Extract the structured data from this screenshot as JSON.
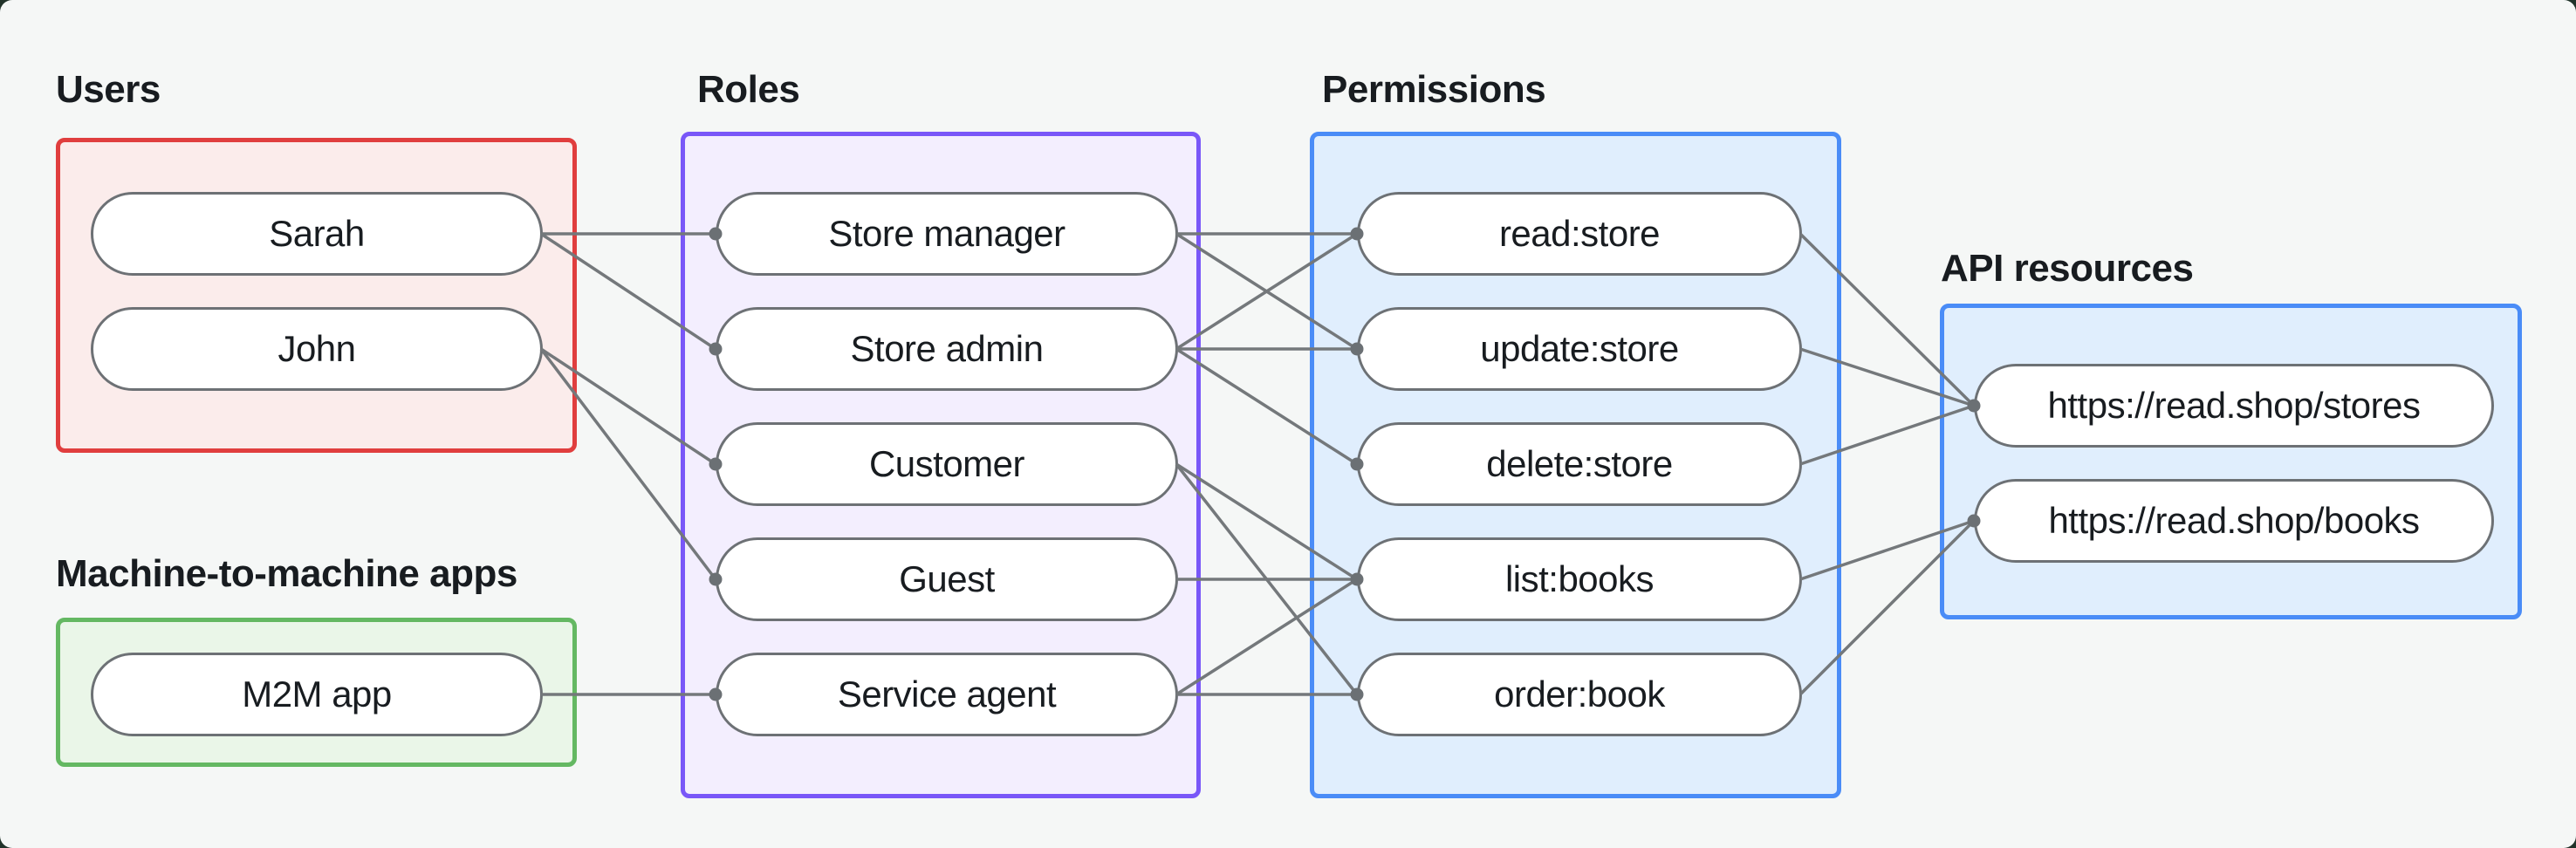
{
  "groups": {
    "users": {
      "label": "Users",
      "items": [
        {
          "id": "sarah",
          "label": "Sarah"
        },
        {
          "id": "john",
          "label": "John"
        }
      ]
    },
    "m2m": {
      "label": "Machine-to-machine apps",
      "items": [
        {
          "id": "m2m-app",
          "label": "M2M app"
        }
      ]
    },
    "roles": {
      "label": "Roles",
      "items": [
        {
          "id": "store-manager",
          "label": "Store manager"
        },
        {
          "id": "store-admin",
          "label": "Store admin"
        },
        {
          "id": "customer",
          "label": "Customer"
        },
        {
          "id": "guest",
          "label": "Guest"
        },
        {
          "id": "service-agent",
          "label": "Service agent"
        }
      ]
    },
    "permissions": {
      "label": "Permissions",
      "items": [
        {
          "id": "read-store",
          "label": "read:store"
        },
        {
          "id": "update-store",
          "label": "update:store"
        },
        {
          "id": "delete-store",
          "label": "delete:store"
        },
        {
          "id": "list-books",
          "label": "list:books"
        },
        {
          "id": "order-book",
          "label": "order:book"
        }
      ]
    },
    "api": {
      "label": "API resources",
      "items": [
        {
          "id": "stores",
          "label": "https://read.shop/stores"
        },
        {
          "id": "books",
          "label": "https://read.shop/books"
        }
      ]
    }
  },
  "edges": [
    {
      "from": "sarah",
      "to": "store-manager"
    },
    {
      "from": "sarah",
      "to": "store-admin"
    },
    {
      "from": "john",
      "to": "customer"
    },
    {
      "from": "john",
      "to": "guest"
    },
    {
      "from": "m2m-app",
      "to": "service-agent"
    },
    {
      "from": "store-manager",
      "to": "read-store"
    },
    {
      "from": "store-manager",
      "to": "update-store"
    },
    {
      "from": "store-admin",
      "to": "read-store"
    },
    {
      "from": "store-admin",
      "to": "update-store"
    },
    {
      "from": "store-admin",
      "to": "delete-store"
    },
    {
      "from": "customer",
      "to": "list-books"
    },
    {
      "from": "customer",
      "to": "order-book"
    },
    {
      "from": "guest",
      "to": "list-books"
    },
    {
      "from": "service-agent",
      "to": "list-books"
    },
    {
      "from": "service-agent",
      "to": "order-book"
    },
    {
      "from": "read-store",
      "to": "stores"
    },
    {
      "from": "update-store",
      "to": "stores"
    },
    {
      "from": "delete-store",
      "to": "stores"
    },
    {
      "from": "list-books",
      "to": "books"
    },
    {
      "from": "order-book",
      "to": "books"
    }
  ],
  "colors": {
    "page_bg": "#21332a",
    "card_bg": "#f5f7f6",
    "text": "#181c20",
    "pill_bg": "#ffffff",
    "pill_border": "#6d7175",
    "edge": "#74787b",
    "dot": "#6b7074",
    "users_border": "#e03e3e",
    "users_bg": "#fbeceb",
    "m2m_border": "#64b862",
    "m2m_bg": "#eaf6e8",
    "roles_border": "#7957f8",
    "roles_bg": "#f3eefe",
    "permissions_border": "#4a8cf7",
    "permissions_bg": "#e0eefd",
    "api_border": "#4a8cf7",
    "api_bg": "#e0eefd"
  }
}
